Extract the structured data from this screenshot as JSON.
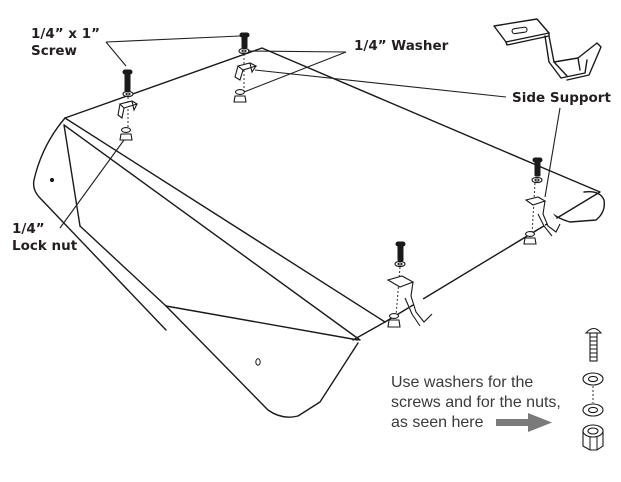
{
  "labels": {
    "screw_line1": "1/4” x 1”",
    "screw_line2": "Screw",
    "washer": "1/4” Washer",
    "side_support": "Side Support",
    "locknut_line1": "1/4”",
    "locknut_line2": "Lock nut"
  },
  "note": {
    "line1": "Use washers for the",
    "line2": "screws and for the nuts,",
    "line3": "as seen here"
  },
  "colors": {
    "line": "#1a1a1a",
    "label_text": "#231f20",
    "note_text": "#3b3b3b",
    "arrow": "#7a7a7a"
  },
  "icons": {
    "arrow": "right-arrow",
    "hardware_stack": [
      "screw",
      "washer",
      "washer",
      "hex-nut"
    ],
    "side_support_detail": "bracket"
  }
}
